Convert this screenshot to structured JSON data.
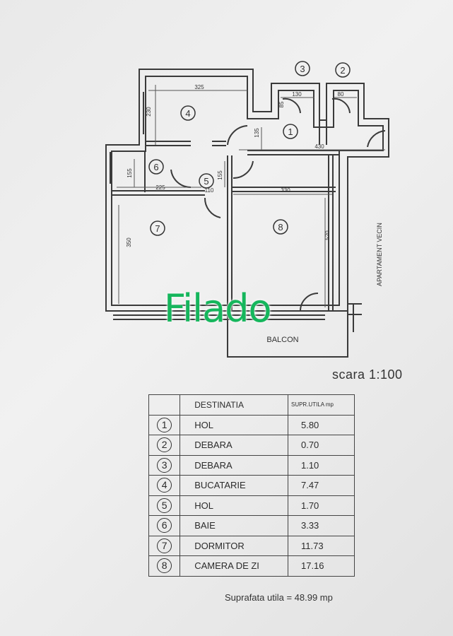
{
  "plan": {
    "rooms": [
      {
        "num": "1"
      },
      {
        "num": "2"
      },
      {
        "num": "3"
      },
      {
        "num": "4"
      },
      {
        "num": "5"
      },
      {
        "num": "6"
      },
      {
        "num": "7"
      },
      {
        "num": "8"
      }
    ],
    "dims": {
      "d325": "325",
      "d230": "230",
      "d130": "130",
      "d80": "80",
      "d85": "85",
      "d135": "135",
      "d430": "430",
      "d155a": "155",
      "d155b": "155",
      "d225": "225",
      "d110": "110",
      "d330": "330",
      "d350": "350",
      "d520": "520"
    },
    "labels": {
      "balcon": "BALCON",
      "vecin": "APARTAMENT VECIN"
    }
  },
  "watermark": "Filado",
  "scale": "scara 1:100",
  "table": {
    "header": {
      "destination": "DESTINATIA",
      "area": "SUPR.UTILA mp"
    },
    "rows": [
      {
        "num": "1",
        "name": "HOL",
        "area": "5.80"
      },
      {
        "num": "2",
        "name": "DEBARA",
        "area": "0.70"
      },
      {
        "num": "3",
        "name": "DEBARA",
        "area": "1.10"
      },
      {
        "num": "4",
        "name": "BUCATARIE",
        "area": "7.47"
      },
      {
        "num": "5",
        "name": "HOL",
        "area": "1.70"
      },
      {
        "num": "6",
        "name": "BAIE",
        "area": "3.33"
      },
      {
        "num": "7",
        "name": "DORMITOR",
        "area": "11.73"
      },
      {
        "num": "8",
        "name": "CAMERA DE ZI",
        "area": "17.16"
      }
    ]
  },
  "total": "Suprafata utila = 48.99 mp"
}
